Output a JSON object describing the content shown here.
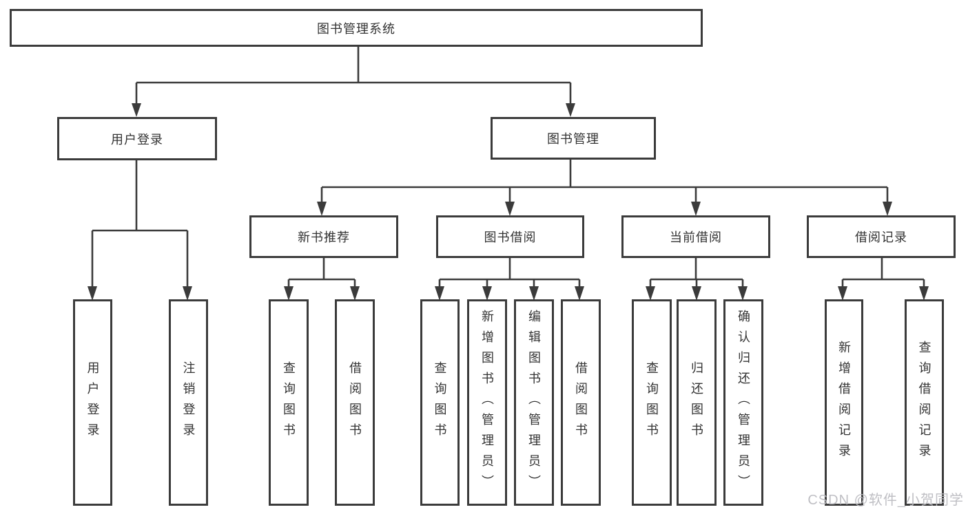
{
  "tree": {
    "label": "图书管理系统",
    "children": [
      {
        "label": "用户登录",
        "children": [
          {
            "label": "用户登录"
          },
          {
            "label": "注销登录"
          }
        ]
      },
      {
        "label": "图书管理",
        "children": [
          {
            "label": "新书推荐",
            "children": [
              {
                "label": "查询图书"
              },
              {
                "label": "借阅图书"
              }
            ]
          },
          {
            "label": "图书借阅",
            "children": [
              {
                "label": "查询图书"
              },
              {
                "label": "新增图书（管理员）"
              },
              {
                "label": "编辑图书（管理员）"
              },
              {
                "label": "借阅图书"
              }
            ]
          },
          {
            "label": "当前借阅",
            "children": [
              {
                "label": "查询图书"
              },
              {
                "label": "归还图书"
              },
              {
                "label": "确认归还（管理员）"
              }
            ]
          },
          {
            "label": "借阅记录",
            "children": [
              {
                "label": "新增借阅记录"
              },
              {
                "label": "查询借阅记录"
              }
            ]
          }
        ]
      }
    ]
  },
  "watermark": {
    "text": "CSDN @软件_小贺同学"
  },
  "colors": {
    "line": "#3b3b3b",
    "text": "#333333",
    "background": "#ffffff",
    "watermark": "#bcbcc1"
  }
}
